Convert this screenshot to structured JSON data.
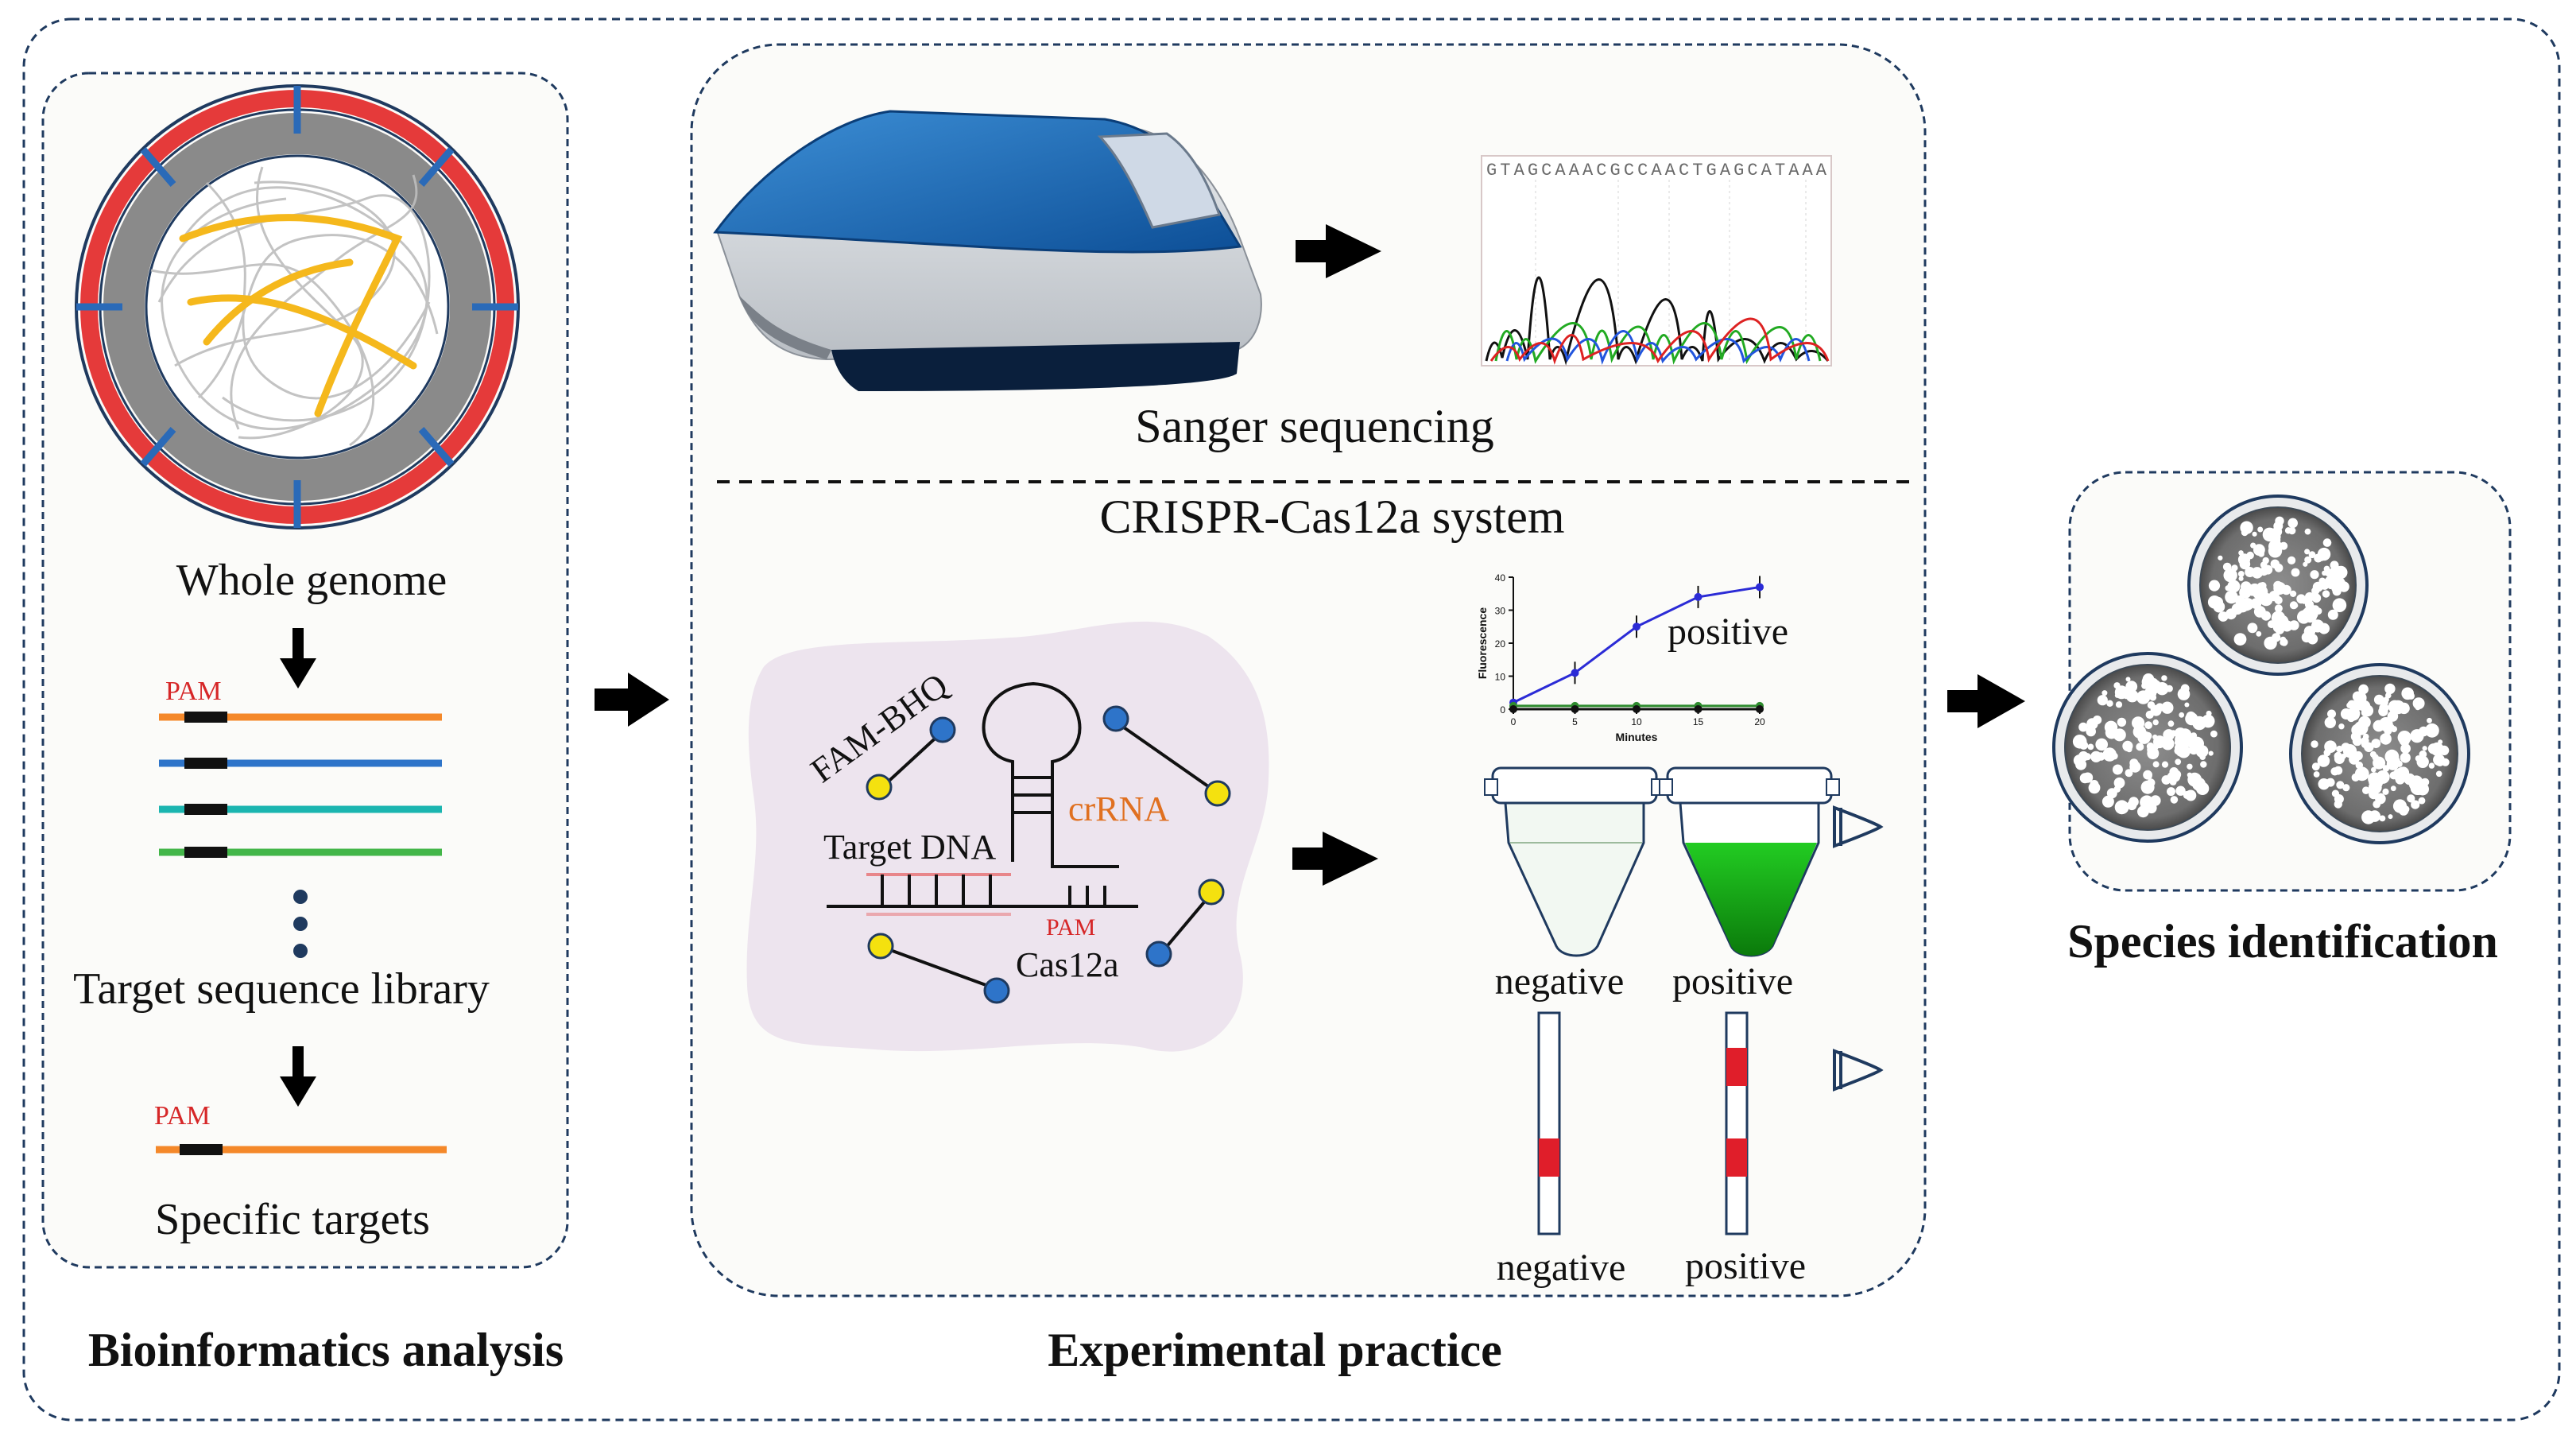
{
  "colors": {
    "border": "#1f3a5f",
    "panel": "#fbfbf9",
    "pam": "#d62728",
    "orange": "#f4882a",
    "blue": "#2e74c9",
    "teal": "#1bb5b0",
    "green": "#43b649",
    "gold": "#f5b81c",
    "fluor_line": "#2b2bd6",
    "tube_green": "#22cc22",
    "strip_red": "#e01e2a",
    "blob": "#ede4ee",
    "crrna": "#e07020",
    "arrow": "#000000"
  },
  "bioinformatics": {
    "title": "Bioinformatics analysis",
    "whole_genome": "Whole genome",
    "pam_label_1": "PAM",
    "target_library": "Target sequence library",
    "pam_label_2": "PAM",
    "specific_targets": "Specific targets"
  },
  "experimental": {
    "title": "Experimental practice",
    "sequence_text": "GTAGCAAACGCCAACTGAGCATAAA",
    "sanger": "Sanger sequencing",
    "crispr": "CRISPR-Cas12a system",
    "fam_bhq": "FAM-BHQ",
    "crrna": "crRNA",
    "target_dna": "Target DNA",
    "pam": "PAM",
    "cas12a": "Cas12a",
    "plot_ylabel": "Fluorescence",
    "plot_xlabel": "Minutes",
    "plot_positive": "positive",
    "tube_negative": "negative",
    "tube_positive": "positive",
    "strip_negative": "negative",
    "strip_positive": "positive"
  },
  "species": {
    "title": "Species identification"
  },
  "chart_data": {
    "type": "line",
    "xlabel": "Minutes",
    "ylabel": "Fluorescence",
    "xlim": [
      0,
      20
    ],
    "ylim": [
      0,
      40
    ],
    "x_ticks": [
      0,
      5,
      10,
      15,
      20
    ],
    "y_ticks": [
      0,
      10,
      20,
      30,
      40
    ],
    "annotation": "positive",
    "series": [
      {
        "x": [
          0,
          5,
          10,
          15,
          20
        ],
        "values": [
          2,
          11,
          25,
          34,
          37
        ]
      },
      {
        "x": [
          0,
          5,
          10,
          15,
          20
        ],
        "values": [
          1,
          1,
          1,
          1,
          1
        ]
      },
      {
        "x": [
          0,
          5,
          10,
          15,
          20
        ],
        "values": [
          0,
          0,
          0,
          0,
          0
        ]
      }
    ]
  }
}
